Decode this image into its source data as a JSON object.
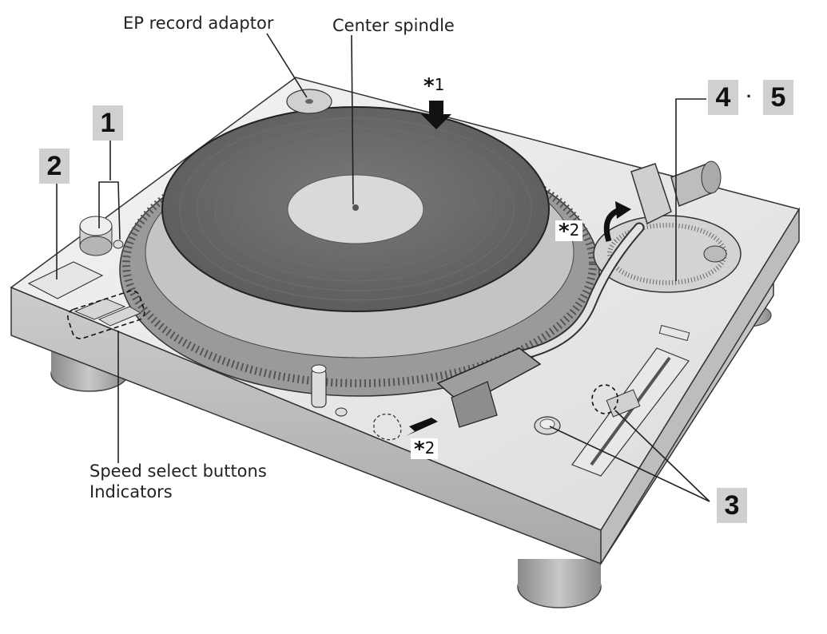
{
  "labels": {
    "ep_adaptor": "EP record adaptor",
    "center_spindle": "Center spindle",
    "speed_buttons": "Speed select buttons",
    "indicators": "Indicators"
  },
  "callouts": {
    "n1": "1",
    "n2": "2",
    "n3": "3",
    "n4": "4",
    "n5": "5",
    "separator": "·"
  },
  "notes": {
    "star": "*",
    "note1": "1",
    "note2": "2"
  }
}
